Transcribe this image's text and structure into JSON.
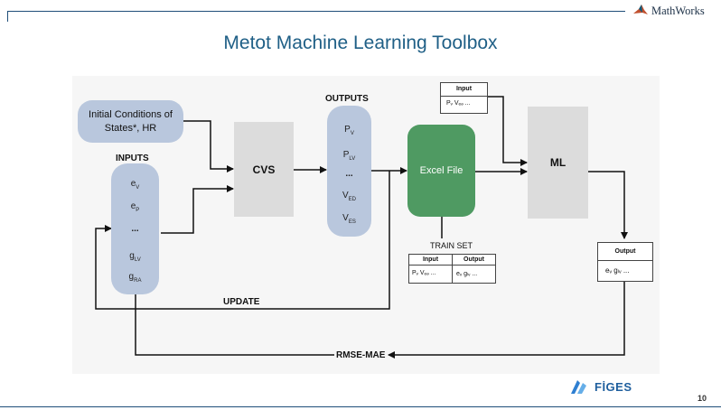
{
  "header": {
    "brand": "MathWorks",
    "title": "Metot Machine Learning Toolbox"
  },
  "diagram": {
    "initial_conditions": "Initial Conditions of States*, HR",
    "inputs_label": "INPUTS",
    "inputs": {
      "e_v": "e",
      "e_v_sub": "V",
      "e_p": "e",
      "e_p_sub": "P",
      "dots": "...",
      "g_lv": "g",
      "g_lv_sub": "LV",
      "g_ra": "g",
      "g_ra_sub": "RA"
    },
    "cvs": "CVS",
    "outputs_label": "OUTPUTS",
    "outputs": {
      "p_v": "P",
      "p_v_sub": "V",
      "p_lv": "P",
      "p_lv_sub": "LV",
      "dots": "...",
      "v_ed": "V",
      "v_ed_sub": "ED",
      "v_es": "V",
      "v_es_sub": "ES"
    },
    "excel": "Excel File",
    "train_set": {
      "label": "TRAIN SET",
      "input_header": "Input",
      "output_header": "Output",
      "input_value": "Pᵥ  Vₑₔ ...",
      "output_value": "eᵥ gₗᵥ  ..."
    },
    "ml_input": {
      "header": "Input",
      "value": "Pᵥ  Vₑₔ  ..."
    },
    "ml": "ML",
    "ml_output": {
      "header": "Output",
      "value": "eᵥ  gₗᵥ   ..."
    },
    "update": "UPDATE",
    "rmse": "RMSE-MAE"
  },
  "footer": {
    "brand": "FİGES",
    "page_number": "10"
  }
}
